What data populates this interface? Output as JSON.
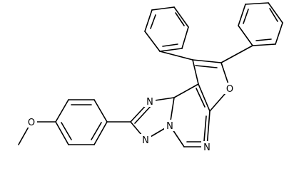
{
  "structure": {
    "atom_labels": {
      "methoxy_oxygen": "O",
      "furan_oxygen": "O",
      "triazole_n_upper": "N",
      "triazole_n_lower": "N",
      "bridgehead_n": "N",
      "pyrimidine_n": "N"
    },
    "colors": {
      "bond": "#000000",
      "background": "#ffffff"
    }
  }
}
